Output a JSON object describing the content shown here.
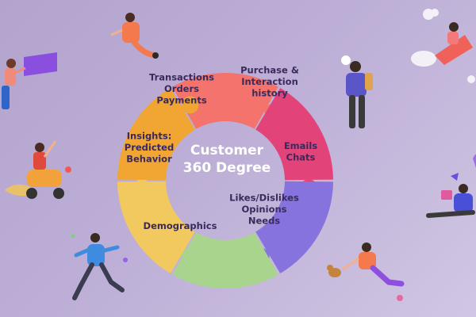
{
  "center": {
    "line1": "Customer",
    "line2": "360 Degree"
  },
  "segments": [
    {
      "key": "transactions",
      "lines": [
        "Transactions",
        "Orders",
        "Payments"
      ],
      "color": "#f4736c"
    },
    {
      "key": "purchase",
      "lines": [
        "Purchase &",
        "Interaction",
        "history"
      ],
      "color": "#e2447a"
    },
    {
      "key": "emails",
      "lines": [
        "Emails",
        "Chats"
      ],
      "color": "#8673de"
    },
    {
      "key": "likes",
      "lines": [
        "Likes/Dislikes",
        "Opinions",
        "Needs"
      ],
      "color": "#a9d48e"
    },
    {
      "key": "demographics",
      "lines": [
        "Demographics"
      ],
      "color": "#f2c95f"
    },
    {
      "key": "insights",
      "lines": [
        "Insights:",
        "Predicted",
        "Behavior"
      ],
      "color": "#f1a634"
    }
  ],
  "colors": {
    "background_start": "#b3a4cd",
    "background_end": "#d1c6e3",
    "text_dark": "#3a2a5c",
    "center_text": "#ffffff"
  },
  "icons": [
    "person-holding-banner-icon",
    "person-flying-icon",
    "person-on-scooter-icon",
    "person-running-icon",
    "person-with-backpack-icon",
    "person-riding-rocket-icon",
    "person-with-laptop-icon",
    "person-with-dog-icon"
  ]
}
